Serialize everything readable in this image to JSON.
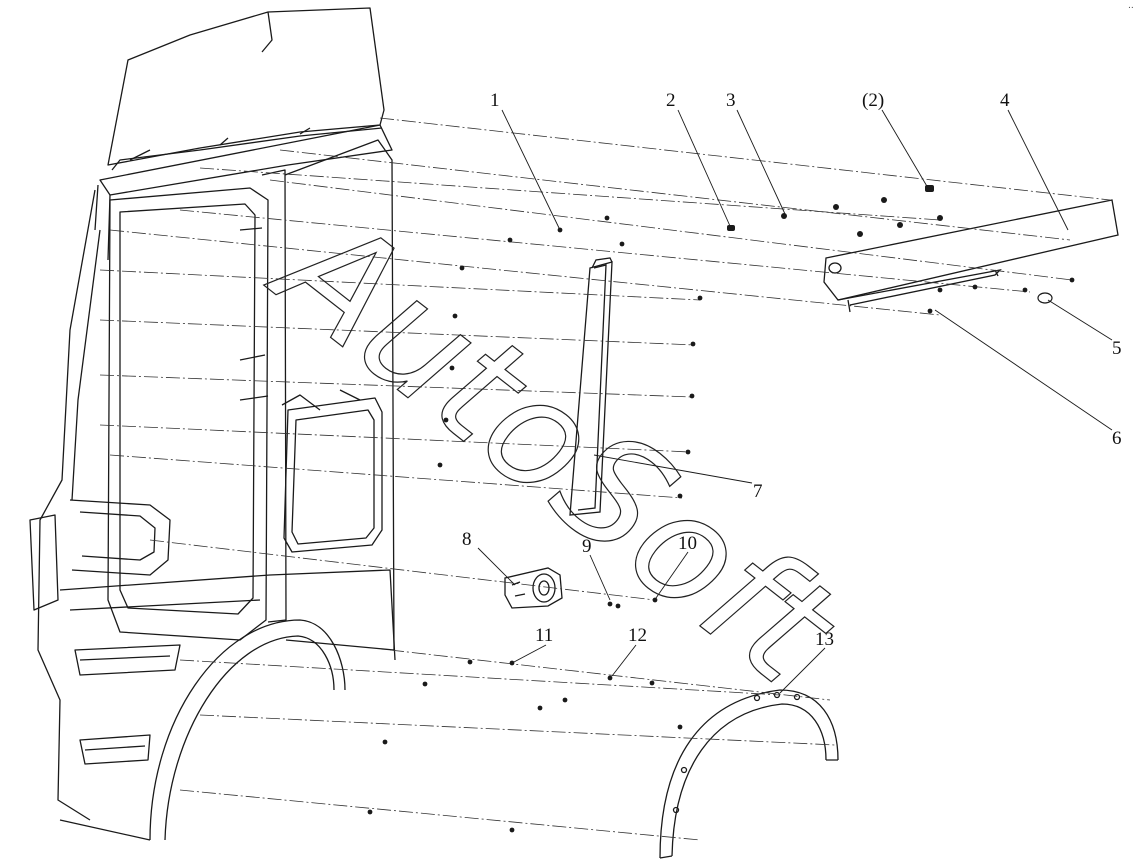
{
  "diagram": {
    "watermark": "AutoSoft",
    "corner_mark": "..",
    "callouts": [
      "1",
      "2",
      "3",
      "(2)",
      "4",
      "5",
      "6",
      "7",
      "8",
      "9",
      "10",
      "11",
      "12",
      "13"
    ]
  },
  "colors": {
    "line": "#1a1a1a",
    "text": "#111111",
    "background": "#ffffff"
  }
}
